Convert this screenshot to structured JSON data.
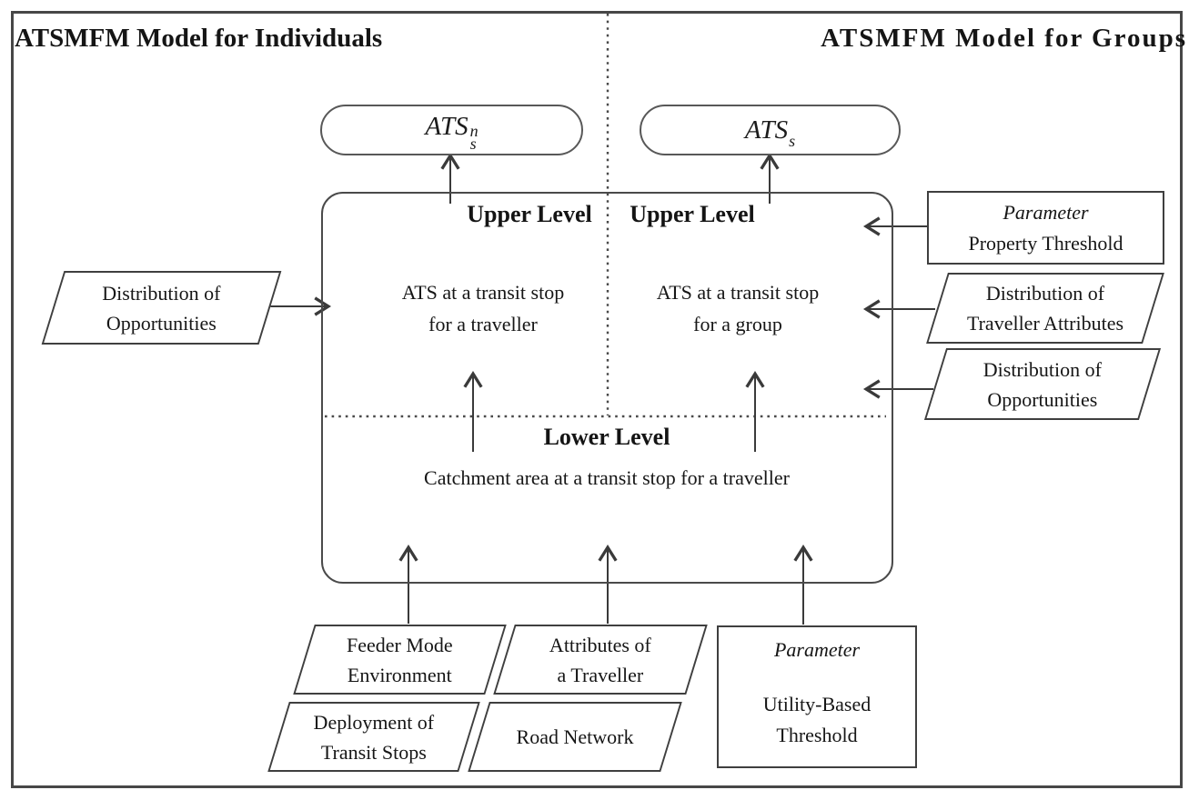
{
  "diagram": {
    "title_left": "ATSMFM Model for Individuals",
    "title_right": "ATSMFM Model for Groups",
    "pill_individual": {
      "base": "ATS",
      "sup": "n",
      "sub": "s"
    },
    "pill_group": {
      "base": "ATS",
      "sub": "s"
    },
    "upper_level_left": "Upper Level",
    "upper_level_right": "Upper Level",
    "lower_level": "Lower Level",
    "ats_traveller": "ATS at a transit stop\nfor a traveller",
    "ats_group": "ATS at a transit stop\nfor a group",
    "catchment": "Catchment area at a transit stop for a traveller",
    "input_distribution_opportunities_left": "Distribution of\nOpportunities",
    "param_property": {
      "tag": "Parameter",
      "label": "Property Threshold"
    },
    "input_traveller_attributes": "Distribution of\nTraveller Attributes",
    "input_distribution_opportunities_right": "Distribution of\nOpportunities",
    "input_feeder_mode": "Feeder Mode\nEnvironment",
    "input_attributes_traveller": "Attributes of\na Traveller",
    "input_deployment": "Deployment of\nTransit Stops",
    "input_road_network": "Road Network",
    "param_utility": {
      "tag": "Parameter",
      "label": "Utility-Based\nThreshold"
    },
    "colors": {
      "line": "#3a3a3a",
      "border": "#474747",
      "text": "#111111",
      "background": "#ffffff"
    }
  }
}
